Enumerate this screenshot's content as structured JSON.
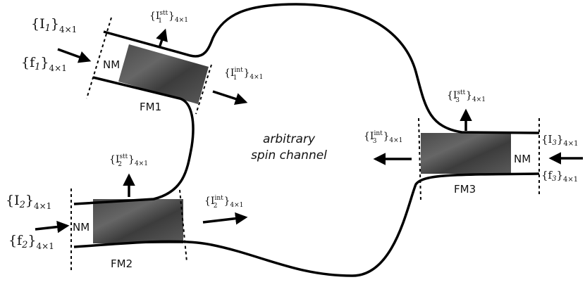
{
  "center": {
    "line1": "arbitrary",
    "line2": "spin channel"
  },
  "ferromagnets": {
    "fm1": "FM1",
    "fm2": "FM2",
    "fm3": "FM3"
  },
  "normal_metal": {
    "nm1": "NM",
    "nm2": "NM",
    "nm3": "NM"
  },
  "labels": {
    "i1": {
      "main": "{I",
      "sub": "1",
      "close": "}",
      "dim": "4×1"
    },
    "f1": {
      "main": "{f",
      "sub": "1",
      "close": "}",
      "dim": "4×1"
    },
    "i2": {
      "main": "{I",
      "sub": "2",
      "close": "}",
      "dim": "4×1"
    },
    "f2": {
      "main": "{f",
      "sub": "2",
      "close": "}",
      "dim": "4×1"
    },
    "i3": {
      "main": "{I",
      "sub": "3",
      "close": "}",
      "dim": "4×1"
    },
    "f3": {
      "main": "{f",
      "sub": "3",
      "close": "}",
      "dim": "4×1"
    },
    "i1_stt": {
      "main": "{I",
      "sub": "1",
      "sup": "stt",
      "close": "}",
      "dim": "4×1"
    },
    "i1_int": {
      "main": "{I",
      "sub": "1",
      "sup": "int",
      "close": "}",
      "dim": "4×1"
    },
    "i2_stt": {
      "main": "{I",
      "sub": "2",
      "sup": "stt",
      "close": "}",
      "dim": "4×1"
    },
    "i2_int": {
      "main": "{I",
      "sub": "2",
      "sup": "int",
      "close": "}",
      "dim": "4×1"
    },
    "i3_stt": {
      "main": "{I",
      "sub": "3",
      "sup": "stt",
      "close": "}",
      "dim": "4×1"
    },
    "i3_int": {
      "main": "{I",
      "sub": "3",
      "sup": "int",
      "close": "}",
      "dim": "4×1"
    }
  },
  "colors": {
    "ferromagnet_dark": "#3a3a3a",
    "ferromagnet_light": "#6e6e6e",
    "stroke": "#000000"
  }
}
